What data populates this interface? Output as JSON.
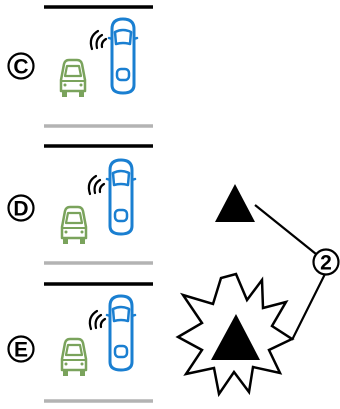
{
  "panels": [
    {
      "label": "C"
    },
    {
      "label": "D"
    },
    {
      "label": "E"
    }
  ],
  "callout": {
    "label": "2"
  },
  "colors": {
    "road_edge_top": "#000000",
    "road_edge_bottom": "#b3b3b3",
    "blue_car": "#1a7fd1",
    "green_car": "#7aa35c",
    "sensor_waves": "#000000",
    "warning_symbol": "#000000"
  }
}
